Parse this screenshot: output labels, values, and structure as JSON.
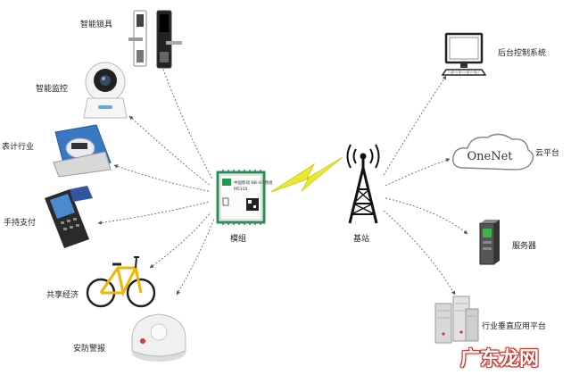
{
  "devices": {
    "smart_lock": "智能锁具",
    "smart_camera": "智能监控",
    "meter": "表计行业",
    "pos": "手持支付",
    "bike": "共享经济",
    "smoke_alarm": "安防警报"
  },
  "center": {
    "module": "模组",
    "module_chip_text": "中国移动 NB-IoT模组",
    "module_chip_sub": "M5310",
    "base_station": "基站"
  },
  "services": {
    "backend": "后台控制系统",
    "cloud": "云平台",
    "cloud_logo": "OneNet",
    "server": "服务器",
    "vertical": "行业垂直应用平台"
  },
  "watermark": "广东龙网",
  "colors": {
    "arrow": "#555555",
    "lightning": "#e9e934",
    "bike_frame": "#f2b400",
    "tower": "#111111",
    "cloud_stroke": "#8a8a8a",
    "watermark": "#c7322a"
  }
}
